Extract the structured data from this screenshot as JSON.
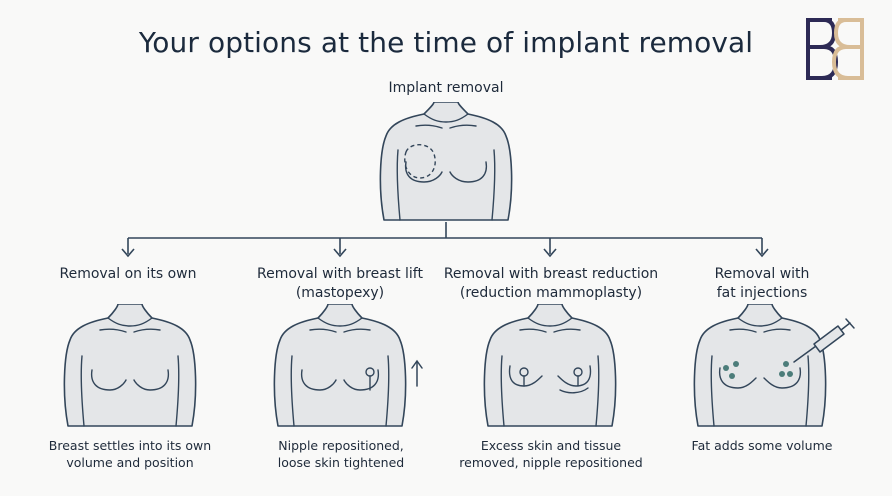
{
  "title": "Your options at the time of implant removal",
  "top_node": {
    "label": "Implant removal"
  },
  "options": [
    {
      "title_lines": [
        "Removal on its own"
      ],
      "caption_lines": [
        "Breast settles into its own",
        "volume and position"
      ]
    },
    {
      "title_lines": [
        "Removal with breast lift",
        "(mastopexy)"
      ],
      "caption_lines": [
        "Nipple repositioned,",
        "loose skin tightened"
      ]
    },
    {
      "title_lines": [
        "Removal with breast reduction",
        "(reduction mammoplasty)"
      ],
      "caption_lines": [
        "Excess skin and tissue",
        "removed, nipple repositioned"
      ]
    },
    {
      "title_lines": [
        "Removal with",
        "fat injections"
      ],
      "caption_lines": [
        "Fat adds some volume"
      ]
    }
  ],
  "colors": {
    "line": "#33465a",
    "skin": "#e4e6e8",
    "logo_navy": "#2d2a55",
    "logo_gold": "#d9bd97"
  }
}
